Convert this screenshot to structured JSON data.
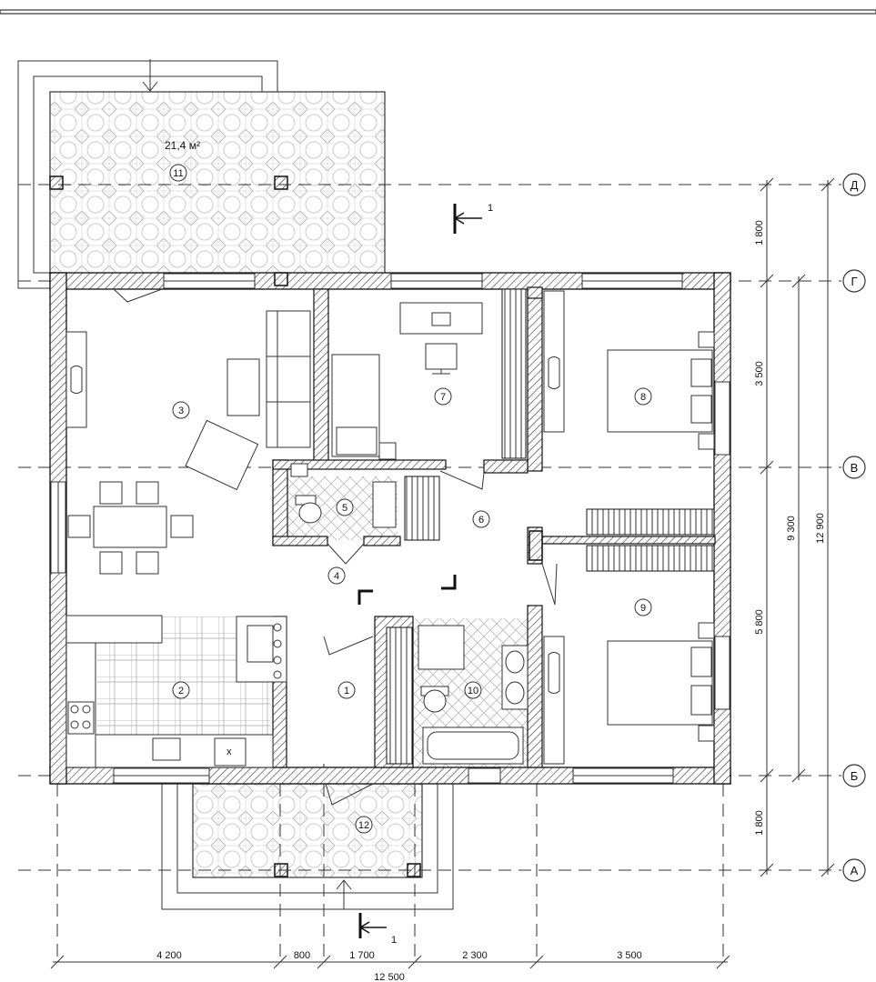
{
  "terrace_area": "21,4 м²",
  "section_marker": "1",
  "rooms": [
    "1",
    "2",
    "3",
    "4",
    "5",
    "6",
    "7",
    "8",
    "9",
    "10",
    "11",
    "12"
  ],
  "axes": {
    "d": "Д",
    "g": "Г",
    "v": "В",
    "b": "Б",
    "a": "А"
  },
  "dims_right": {
    "top": "1 800",
    "r1": "3 500",
    "r2": "5 800",
    "bottom": "1 800",
    "inner": "9 300",
    "total": "12 900"
  },
  "dims_bottom": [
    "4 200",
    "800",
    "1 700",
    "2 300",
    "3 500"
  ],
  "dims_total": "12 500"
}
